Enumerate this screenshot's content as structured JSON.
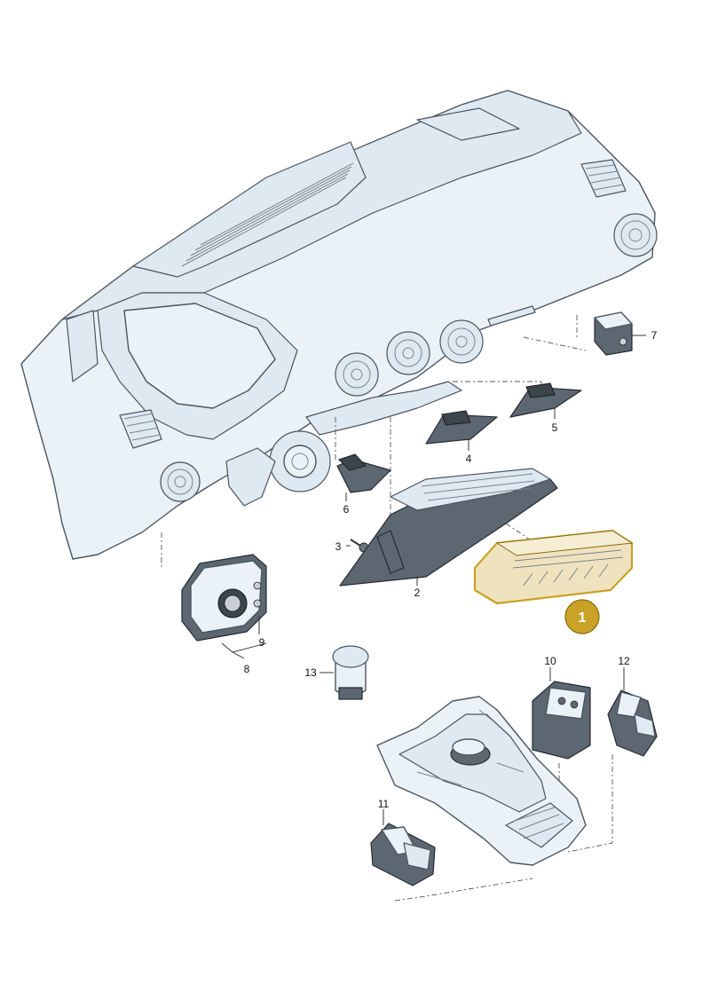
{
  "parts": {
    "p1": "1",
    "p2": "2",
    "p3": "3",
    "p4": "4",
    "p5": "5",
    "p6": "6",
    "p7": "7",
    "p8": "8",
    "p9": "9",
    "p10": "10",
    "p11": "11",
    "p12": "12",
    "p13": "13"
  },
  "colors": {
    "highlight_fill": "#c9a227",
    "highlight_stroke": "#8a6d10",
    "panel_fill": "#efe3bf",
    "outline": "#4c5660",
    "body_fill": "#eaf2f8",
    "dark_part": "#5d6771"
  }
}
